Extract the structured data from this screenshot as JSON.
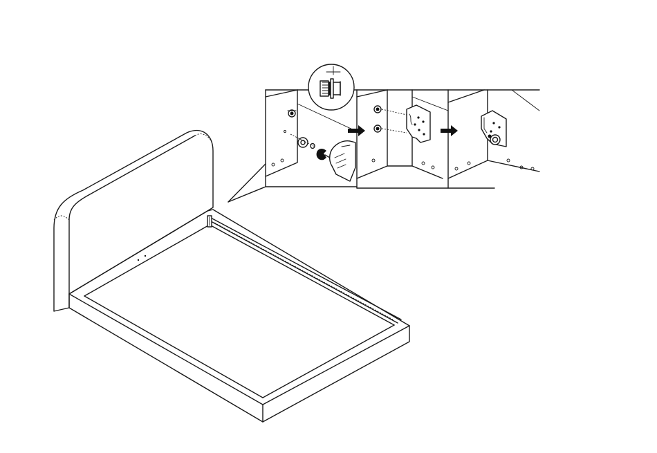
{
  "diagram": {
    "steps": [
      {
        "id": "step-1"
      },
      {
        "id": "step-2"
      },
      {
        "id": "step-3"
      }
    ],
    "colors": {
      "line": "#1a1a1a",
      "background": "#ffffff",
      "arrow": "#111111"
    },
    "icons": [
      "bed-frame",
      "magnifier-callout",
      "bolt",
      "washer",
      "hand-with-wrench",
      "bracket-plate",
      "arrow-right"
    ]
  }
}
